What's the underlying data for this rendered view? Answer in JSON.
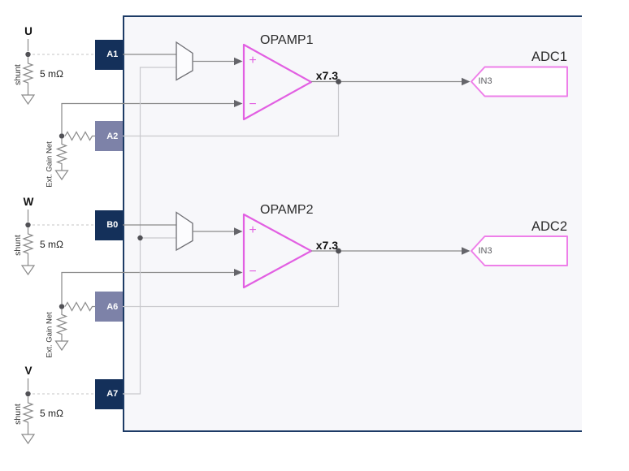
{
  "diagram": {
    "phases": [
      {
        "name": "U",
        "pin": "A1",
        "shunt_label": "shunt",
        "shunt_value": "5 mΩ"
      },
      {
        "name": "W",
        "pin": "B0",
        "shunt_label": "shunt",
        "shunt_value": "5 mΩ"
      },
      {
        "name": "V",
        "pin": "A7",
        "shunt_label": "shunt",
        "shunt_value": "5 mΩ"
      }
    ],
    "gain_networks": [
      {
        "pin": "A2",
        "label": "Ext. Gain Net"
      },
      {
        "pin": "A6",
        "label": "Ext. Gain Net"
      }
    ],
    "opamps": [
      {
        "name": "OPAMP1",
        "gain": "x7.3",
        "plus_label": "+",
        "minus_label": "−"
      },
      {
        "name": "OPAMP2",
        "gain": "x7.3",
        "plus_label": "+",
        "minus_label": "−"
      }
    ],
    "adcs": [
      {
        "name": "ADC1",
        "channel": "IN3"
      },
      {
        "name": "ADC2",
        "channel": "IN3"
      }
    ],
    "colors": {
      "panel_border": "#1d3b66",
      "panel_bg": "#f7f7fa",
      "pin_dark": "#14305a",
      "pin_light": "#7d82a8",
      "opamp_magenta": "#e25fe2",
      "adc_magenta": "#ee7fe9",
      "wire_gray": "#8a8a8a",
      "net_gray": "#c9c9cd"
    }
  }
}
